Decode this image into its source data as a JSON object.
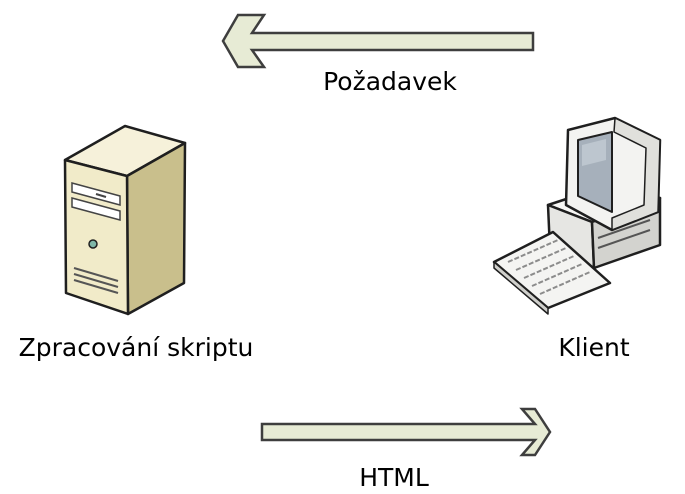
{
  "diagram": {
    "request_label": "Požadavek",
    "response_label": "HTML",
    "server_label": "Zpracování skriptu",
    "client_label": "Klient"
  },
  "colors": {
    "arrow_fill": "#e7ebd5",
    "arrow_stroke": "#3e3e3e",
    "server_body": "#f1ebc9",
    "server_shadow": "#c9bf8c",
    "monitor_body": "#f3f3f1",
    "screen": "#a6b0bb",
    "outline": "#1f1f1f"
  },
  "icons": {
    "server": "server-tower-icon",
    "client": "desktop-computer-icon",
    "request_arrow": "arrow-left-icon",
    "response_arrow": "arrow-right-icon"
  }
}
